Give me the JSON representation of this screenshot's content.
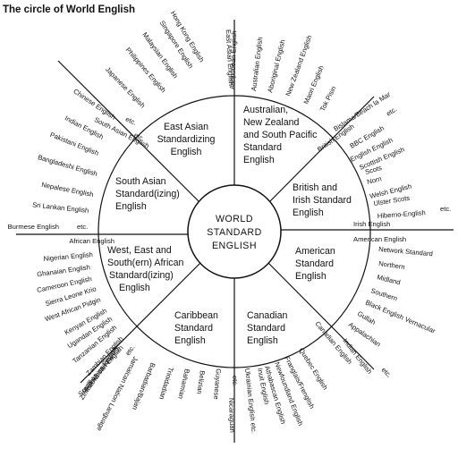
{
  "title": "The circle of World English",
  "center": [
    "WORLD",
    "STANDARD",
    "ENGLISH"
  ],
  "colors": {
    "ink": "#111111",
    "background": "#ffffff"
  },
  "regions": [
    {
      "id": "east-asian",
      "lines": [
        "East Asian",
        "Standardizing",
        "English"
      ]
    },
    {
      "id": "australian",
      "lines": [
        "Australian,",
        "New Zealand",
        "and South Pacific",
        "Standard",
        "English"
      ]
    },
    {
      "id": "british",
      "lines": [
        "British and",
        "Irish Standard",
        "English"
      ]
    },
    {
      "id": "american",
      "lines": [
        "American",
        "Standard",
        "English"
      ]
    },
    {
      "id": "canadian",
      "lines": [
        "Canadian",
        "Standard",
        "English"
      ]
    },
    {
      "id": "caribbean",
      "lines": [
        "Caribbean",
        "Standard",
        "English"
      ]
    },
    {
      "id": "african",
      "lines": [
        "West, East and",
        "South(ern) African",
        "Standard(izing)",
        "English"
      ]
    },
    {
      "id": "south-asian",
      "lines": [
        "South Asian",
        "Standard(izing)",
        "English"
      ]
    }
  ],
  "varieties": [
    "Hong Kong English",
    "Singapore English",
    "Malaysian English",
    "Philippines English",
    "Japanese English",
    "Chinese English",
    "etc.",
    "East Asian English",
    "Antipodean English",
    "Australian English",
    "Aboriginal English",
    "New Zealand English",
    "Maori English",
    "Tok Pisin",
    "Bislama/Beach la Mar",
    "etc.",
    "British English",
    "BBC English",
    "English English",
    "Scottish English",
    "Scots",
    "Norn",
    "Welsh English",
    "Ulster Scots",
    "Hiberno-English",
    "etc.",
    "Irish English",
    "American English",
    "Network Standard",
    "Northern",
    "Midland",
    "Southern",
    "Black English Vernacular",
    "Gullah",
    "Appalachian",
    "Indian English",
    "etc.",
    "Canadian English",
    "Quebec English",
    "Franglais/Frenglish",
    "Newfoundland English",
    "Athabascan English",
    "Inuit English",
    "Ukrainian English etc.",
    "Nicaraguan",
    "etc.",
    "Guyanese",
    "Belizian",
    "Bahamian",
    "Trinidadian",
    "Barbadian/Bajan",
    "Jamaican Nation Language",
    "Caribbean English",
    "African English",
    "Nigerian English",
    "Ghanaian English",
    "Cameroon English",
    "Sierra Leone Krio",
    "West African Pidgin",
    "Kenyan English",
    "Ugandan English",
    "Tanzanian English",
    "Zambian English",
    "Zimbabwean English",
    "etc.",
    "South African English",
    "Burmese English",
    "etc.",
    "Sri Lankan English",
    "Nepalese English",
    "Bangladeshi English",
    "Pakistani English",
    "Indian English",
    "South Asian English",
    "etc."
  ]
}
